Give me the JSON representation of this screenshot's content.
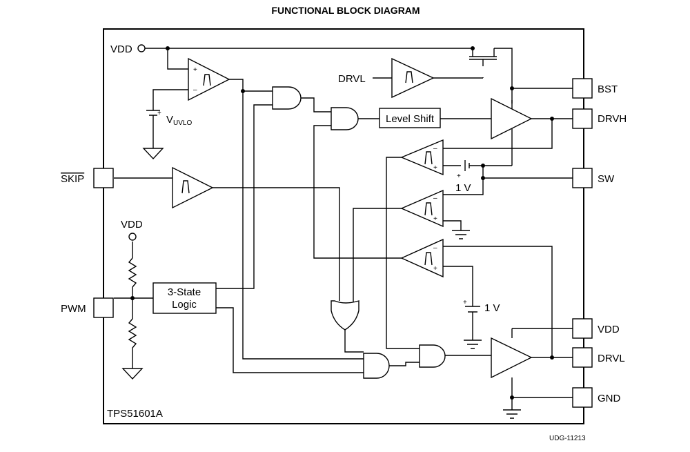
{
  "title": "FUNCTIONAL BLOCK DIAGRAM",
  "part_number": "TPS51601A",
  "figure_id": "UDG-11213",
  "pins": {
    "vdd_top": "VDD",
    "skip": "SKIP",
    "pwm": "PWM",
    "bst": "BST",
    "drvh": "DRVH",
    "sw": "SW",
    "vdd_right": "VDD",
    "drvl_right": "DRVL",
    "gnd": "GND"
  },
  "labels": {
    "drvl_input": "DRVL",
    "vuvlo_main": "V",
    "vuvlo_sub": "UVLO",
    "vdd_pullup": "VDD",
    "level_shift": "Level Shift",
    "three_state_line1": "3-State",
    "three_state_line2": "Logic",
    "ref_1v_a": "1 V",
    "ref_1v_b": "1 V",
    "plus": "+",
    "minus": "–"
  }
}
